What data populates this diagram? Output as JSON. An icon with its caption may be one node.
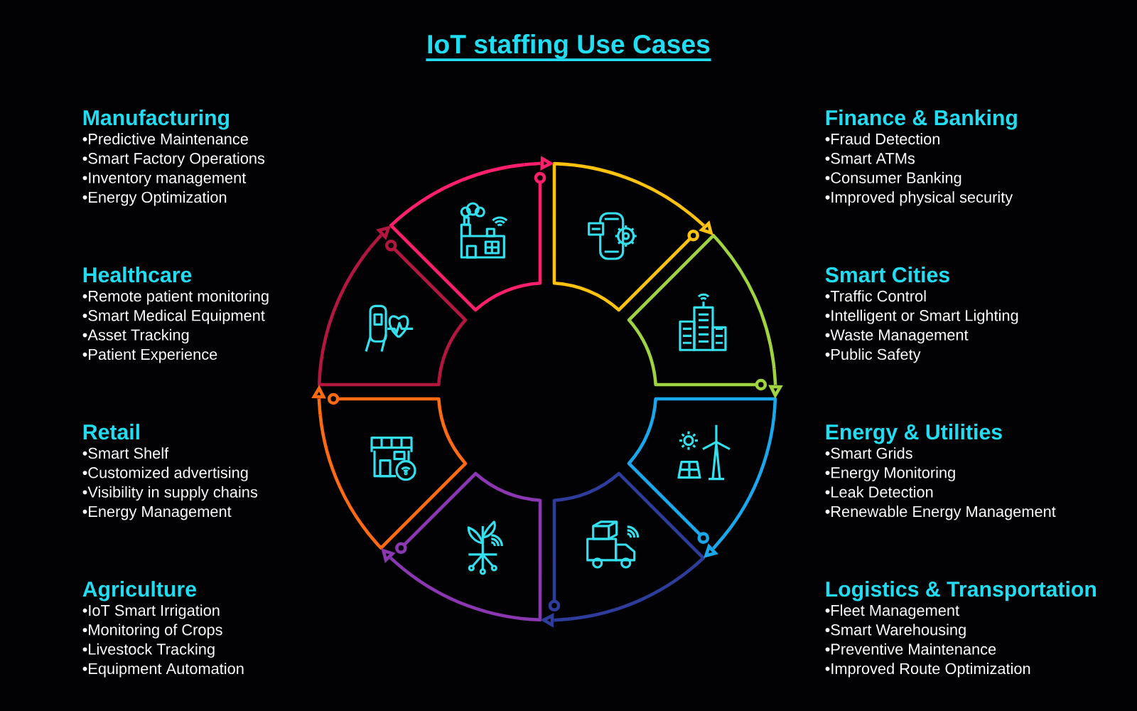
{
  "diagram": {
    "title": "IoT staffing Use Cases",
    "nodes": [
      {
        "text": [],
        "shape": "arc"
      },
      {
        "text": [],
        "shape": "arc"
      },
      {
        "text": [],
        "shape": "arc"
      },
      {
        "text": [],
        "shape": "arc"
      },
      {
        "text": [],
        "shape": "arc"
      },
      {
        "text": [],
        "shape": "arc"
      },
      {
        "text": [],
        "shape": "arc"
      },
      {
        "text": [],
        "shape": "arc"
      }
    ],
    "edges": [
      {
        "from": 0,
        "to": 1,
        "arrow": "to",
        "color": "#ff1f6b"
      },
      {
        "from": 1,
        "to": 2,
        "arrow": "to",
        "color": "#ffc20e"
      },
      {
        "from": 2,
        "to": 3,
        "arrow": "to",
        "color": "#9fd33f"
      },
      {
        "from": 3,
        "to": 4,
        "arrow": "to",
        "color": "#1aa8ec"
      },
      {
        "from": 4,
        "to": 5,
        "arrow": "to",
        "color": "#2e3d9c"
      },
      {
        "from": 5,
        "to": 6,
        "arrow": "to",
        "color": "#8b37b2"
      },
      {
        "from": 6,
        "to": 7,
        "arrow": "to",
        "color": "#ff6a12"
      },
      {
        "from": 7,
        "to": 0,
        "arrow": "to",
        "color": "#b3173f"
      }
    ],
    "labels": [
      "Manufacturing",
      "•Predictive Maintenance",
      "•Smart Factory Operations",
      "•Inventory management",
      "•Energy Optimization",
      "Finance & Banking",
      "•Fraud Detection",
      "•Smart ATMs",
      "•Consumer Banking",
      "•Improved physical security",
      "Healthcare",
      "•Remote patient monitoring",
      "•Smart Medical Equipment",
      "•Asset Tracking",
      "•Patient Experience",
      "Smart Cities",
      "•Traffic Control",
      "•Intelligent or Smart Lighting",
      "•Waste Management",
      "•Public Safety",
      "Retail",
      "•Smart Shelf",
      "•Customized advertising",
      "•Visibility in supply chains",
      "•Energy Management",
      "Energy & Utilities",
      "•Smart Grids",
      "•Energy Monitoring",
      "•Leak Detection",
      "•Renewable Energy Management",
      "Agriculture",
      "•IoT Smart Irrigation",
      "•Monitoring of Crops",
      "•Livestock Tracking",
      "•Equipment Automation",
      "Logistics & Transportation",
      "•Fleet Management",
      "•Smart Warehousing",
      "•Preventive Maintenance",
      "•Improved Route Optimization"
    ]
  }
}
